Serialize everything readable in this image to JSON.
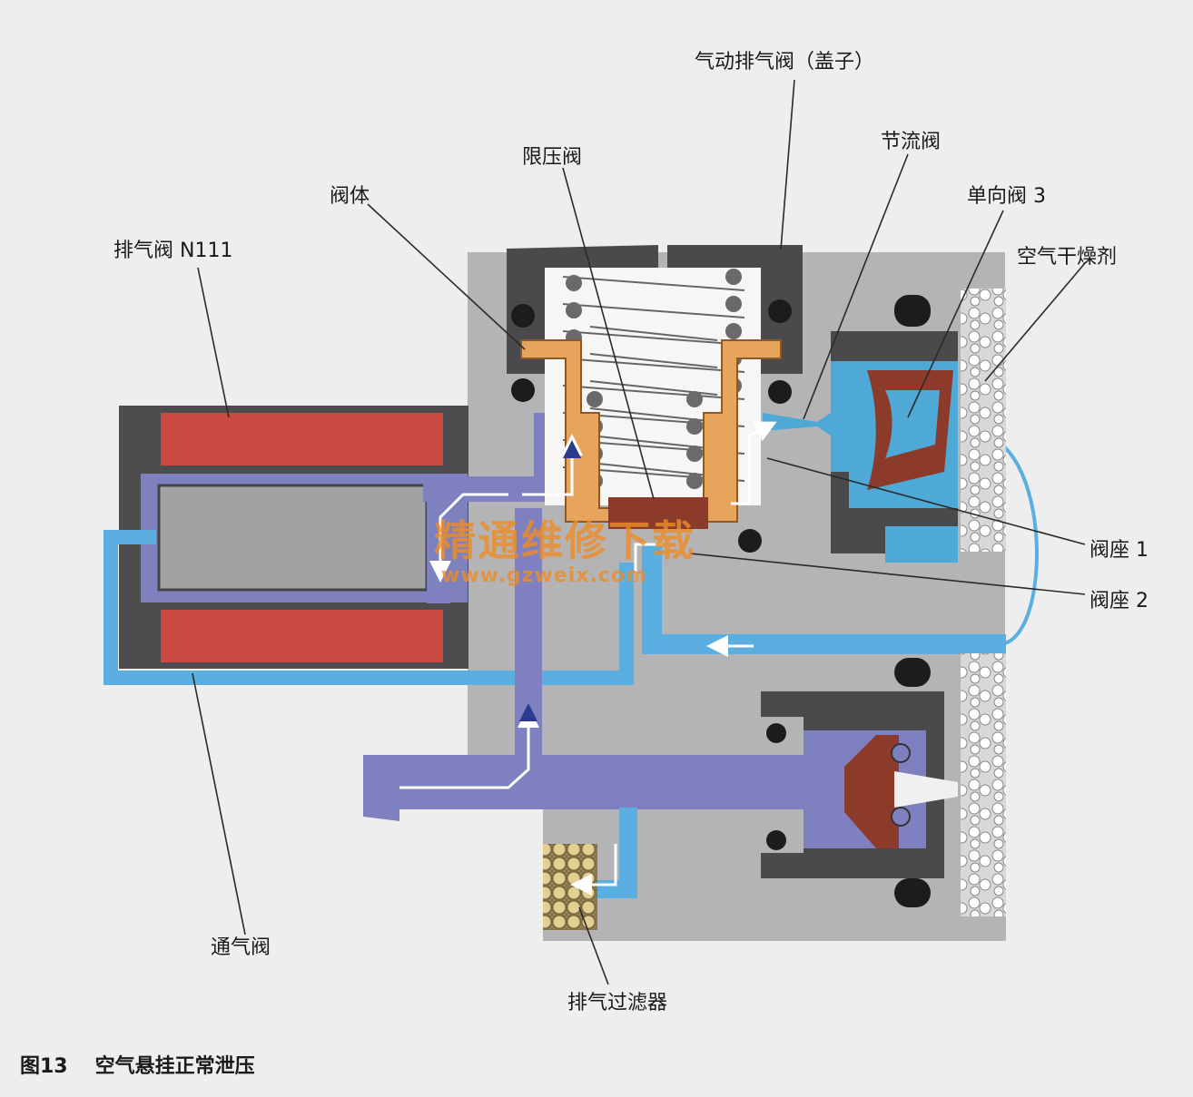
{
  "labels": {
    "exhaust_valve_n111": "排气阀 N111",
    "valve_body": "阀体",
    "pressure_limit_valve": "限压阀",
    "pneumatic_exhaust_valve": "气动排气阀（盖子）",
    "throttle_valve": "节流阀",
    "check_valve_3": "单向阀 3",
    "air_desiccant": "空气干燥剂",
    "valve_seat_1": "阀座 1",
    "valve_seat_2": "阀座 2",
    "vent_valve": "通气阀",
    "exhaust_filter": "排气过滤器"
  },
  "caption": {
    "number": "图13",
    "title": "空气悬挂正常泄压"
  },
  "watermark": {
    "text": "精通维修下载",
    "url": "www.gzweix.com"
  },
  "colors": {
    "housing": "#b4b4b6",
    "dark": "#4a4a4c",
    "coil": "#cc4a42",
    "channel_blue": "#5aaee0",
    "channel_purple": "#7e80c0",
    "valve_orange": "#e7a45c",
    "seal_red": "#8c3a2a",
    "filter_tan": "#d9c28a"
  }
}
